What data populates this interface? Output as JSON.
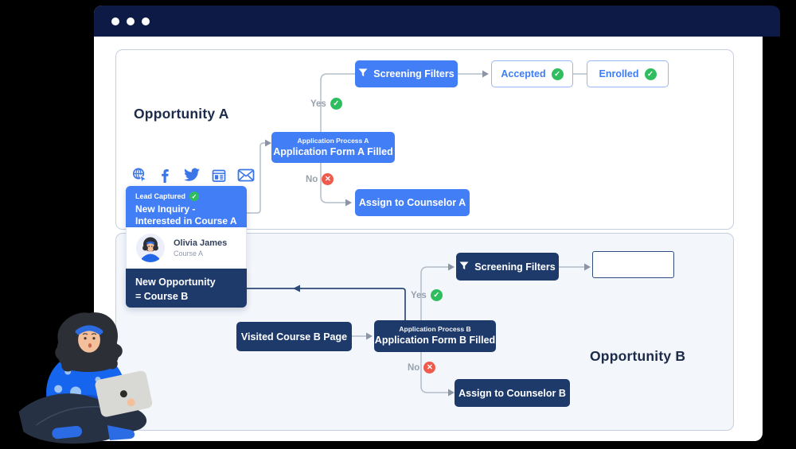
{
  "titlebar": {
    "window_controls": 3
  },
  "opportunity_a": {
    "title": "Opportunity A",
    "channel_icons": [
      "ad-click",
      "facebook",
      "twitter",
      "news",
      "email"
    ],
    "lead_box": {
      "caption": "Lead Captured",
      "line1": "New Inquiry -",
      "line2": "Interested in Course A"
    },
    "app_process": {
      "caption": "Application Process A",
      "title": "Application Form A Filled"
    },
    "yes_label": "Yes",
    "no_label": "No",
    "screening_filters": "Screening Filters",
    "accepted": "Accepted",
    "enrolled": "Enrolled",
    "assign": "Assign to Counselor A"
  },
  "contact_card": {
    "name": "Olivia James",
    "course": "Course A"
  },
  "new_opportunity": {
    "line1": "New Opportunity",
    "line2": "= Course B"
  },
  "opportunity_b": {
    "title": "Opportunity B",
    "visited": "Visited Course B Page",
    "app_process": {
      "caption": "Application Process B",
      "title": "Application Form B Filled"
    },
    "yes_label": "Yes",
    "no_label": "No",
    "screening_filters": "Screening Filters",
    "assign": "Assign to Counselor B",
    "result_box": ""
  },
  "colors": {
    "accent_blue": "#427ef5",
    "dark_navy": "#1e3a6b",
    "titlebar_navy": "#0c1a45",
    "success_green": "#2fbe5f",
    "error_red": "#ef5b4b",
    "panel_b_bg": "#f3f6fb",
    "connector_gray": "#b3bdc9",
    "connector_navy": "#2e4a78"
  }
}
